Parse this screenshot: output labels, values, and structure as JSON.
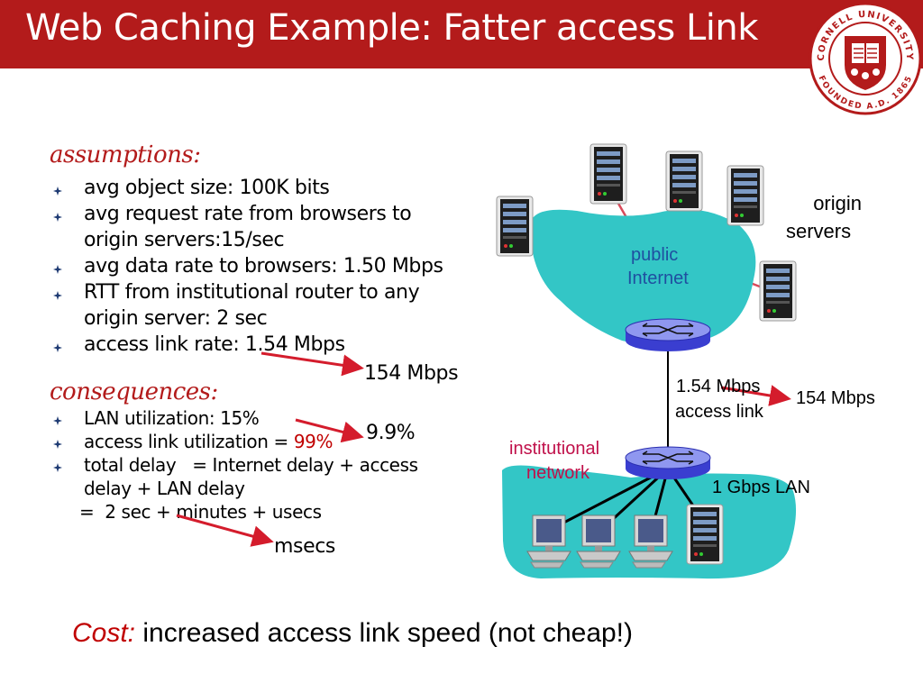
{
  "header": {
    "title": "Web Caching Example: Fatter access Link",
    "seal_top": "CORNELL UNIVERSITY",
    "seal_bottom": "FOUNDED A.D. 1865"
  },
  "assumptions": {
    "heading": "assumptions:",
    "items": [
      "avg object size: 100K bits",
      "avg request rate from browsers to",
      "origin servers:15/sec",
      "avg data rate to browsers: 1.50 Mbps",
      "RTT from institutional router to any",
      "origin server: 2 sec",
      "access link rate: 1.54 Mbps"
    ],
    "annotation": "154 Mbps"
  },
  "consequences": {
    "heading": "consequences:",
    "lan_util": "LAN utilization: 15%",
    "access_util_prefix": "access link utilization = ",
    "access_util_value": "99%",
    "access_util_annotation": "9.9%",
    "delay_line1": "total delay   = Internet delay + access",
    "delay_line2": "delay + LAN delay",
    "delay_line3": "=  2 sec + minutes + usecs",
    "delay_annotation": "msecs"
  },
  "diagram": {
    "origin_servers": [
      "origin",
      "servers"
    ],
    "public_internet": [
      "public",
      "Internet"
    ],
    "access_link": [
      "1.54 Mbps",
      "access link"
    ],
    "access_link_new": "154 Mbps",
    "institutional_network": [
      "institutional",
      "network"
    ],
    "lan": "1 Gbps LAN"
  },
  "cost": {
    "label": "Cost:",
    "text": "increased access link speed (not cheap!)"
  },
  "colors": {
    "header_bg": "#b31b1b",
    "cloud": "#33c6c6",
    "arrow": "#d41c2c",
    "accent_red": "#c00000"
  }
}
